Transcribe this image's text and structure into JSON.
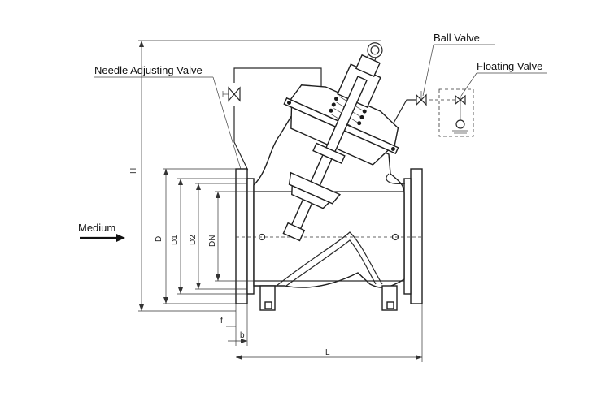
{
  "labels": {
    "needle_adjusting_valve": "Needle Adjusting Valve",
    "ball_valve": "Ball Valve",
    "floating_valve": "Floating Valve",
    "medium": "Medium"
  },
  "dimensions": {
    "h": "H",
    "d": "D",
    "d1": "D1",
    "d2": "D2",
    "dn": "DN",
    "l": "L",
    "f": "f",
    "b": "b"
  }
}
